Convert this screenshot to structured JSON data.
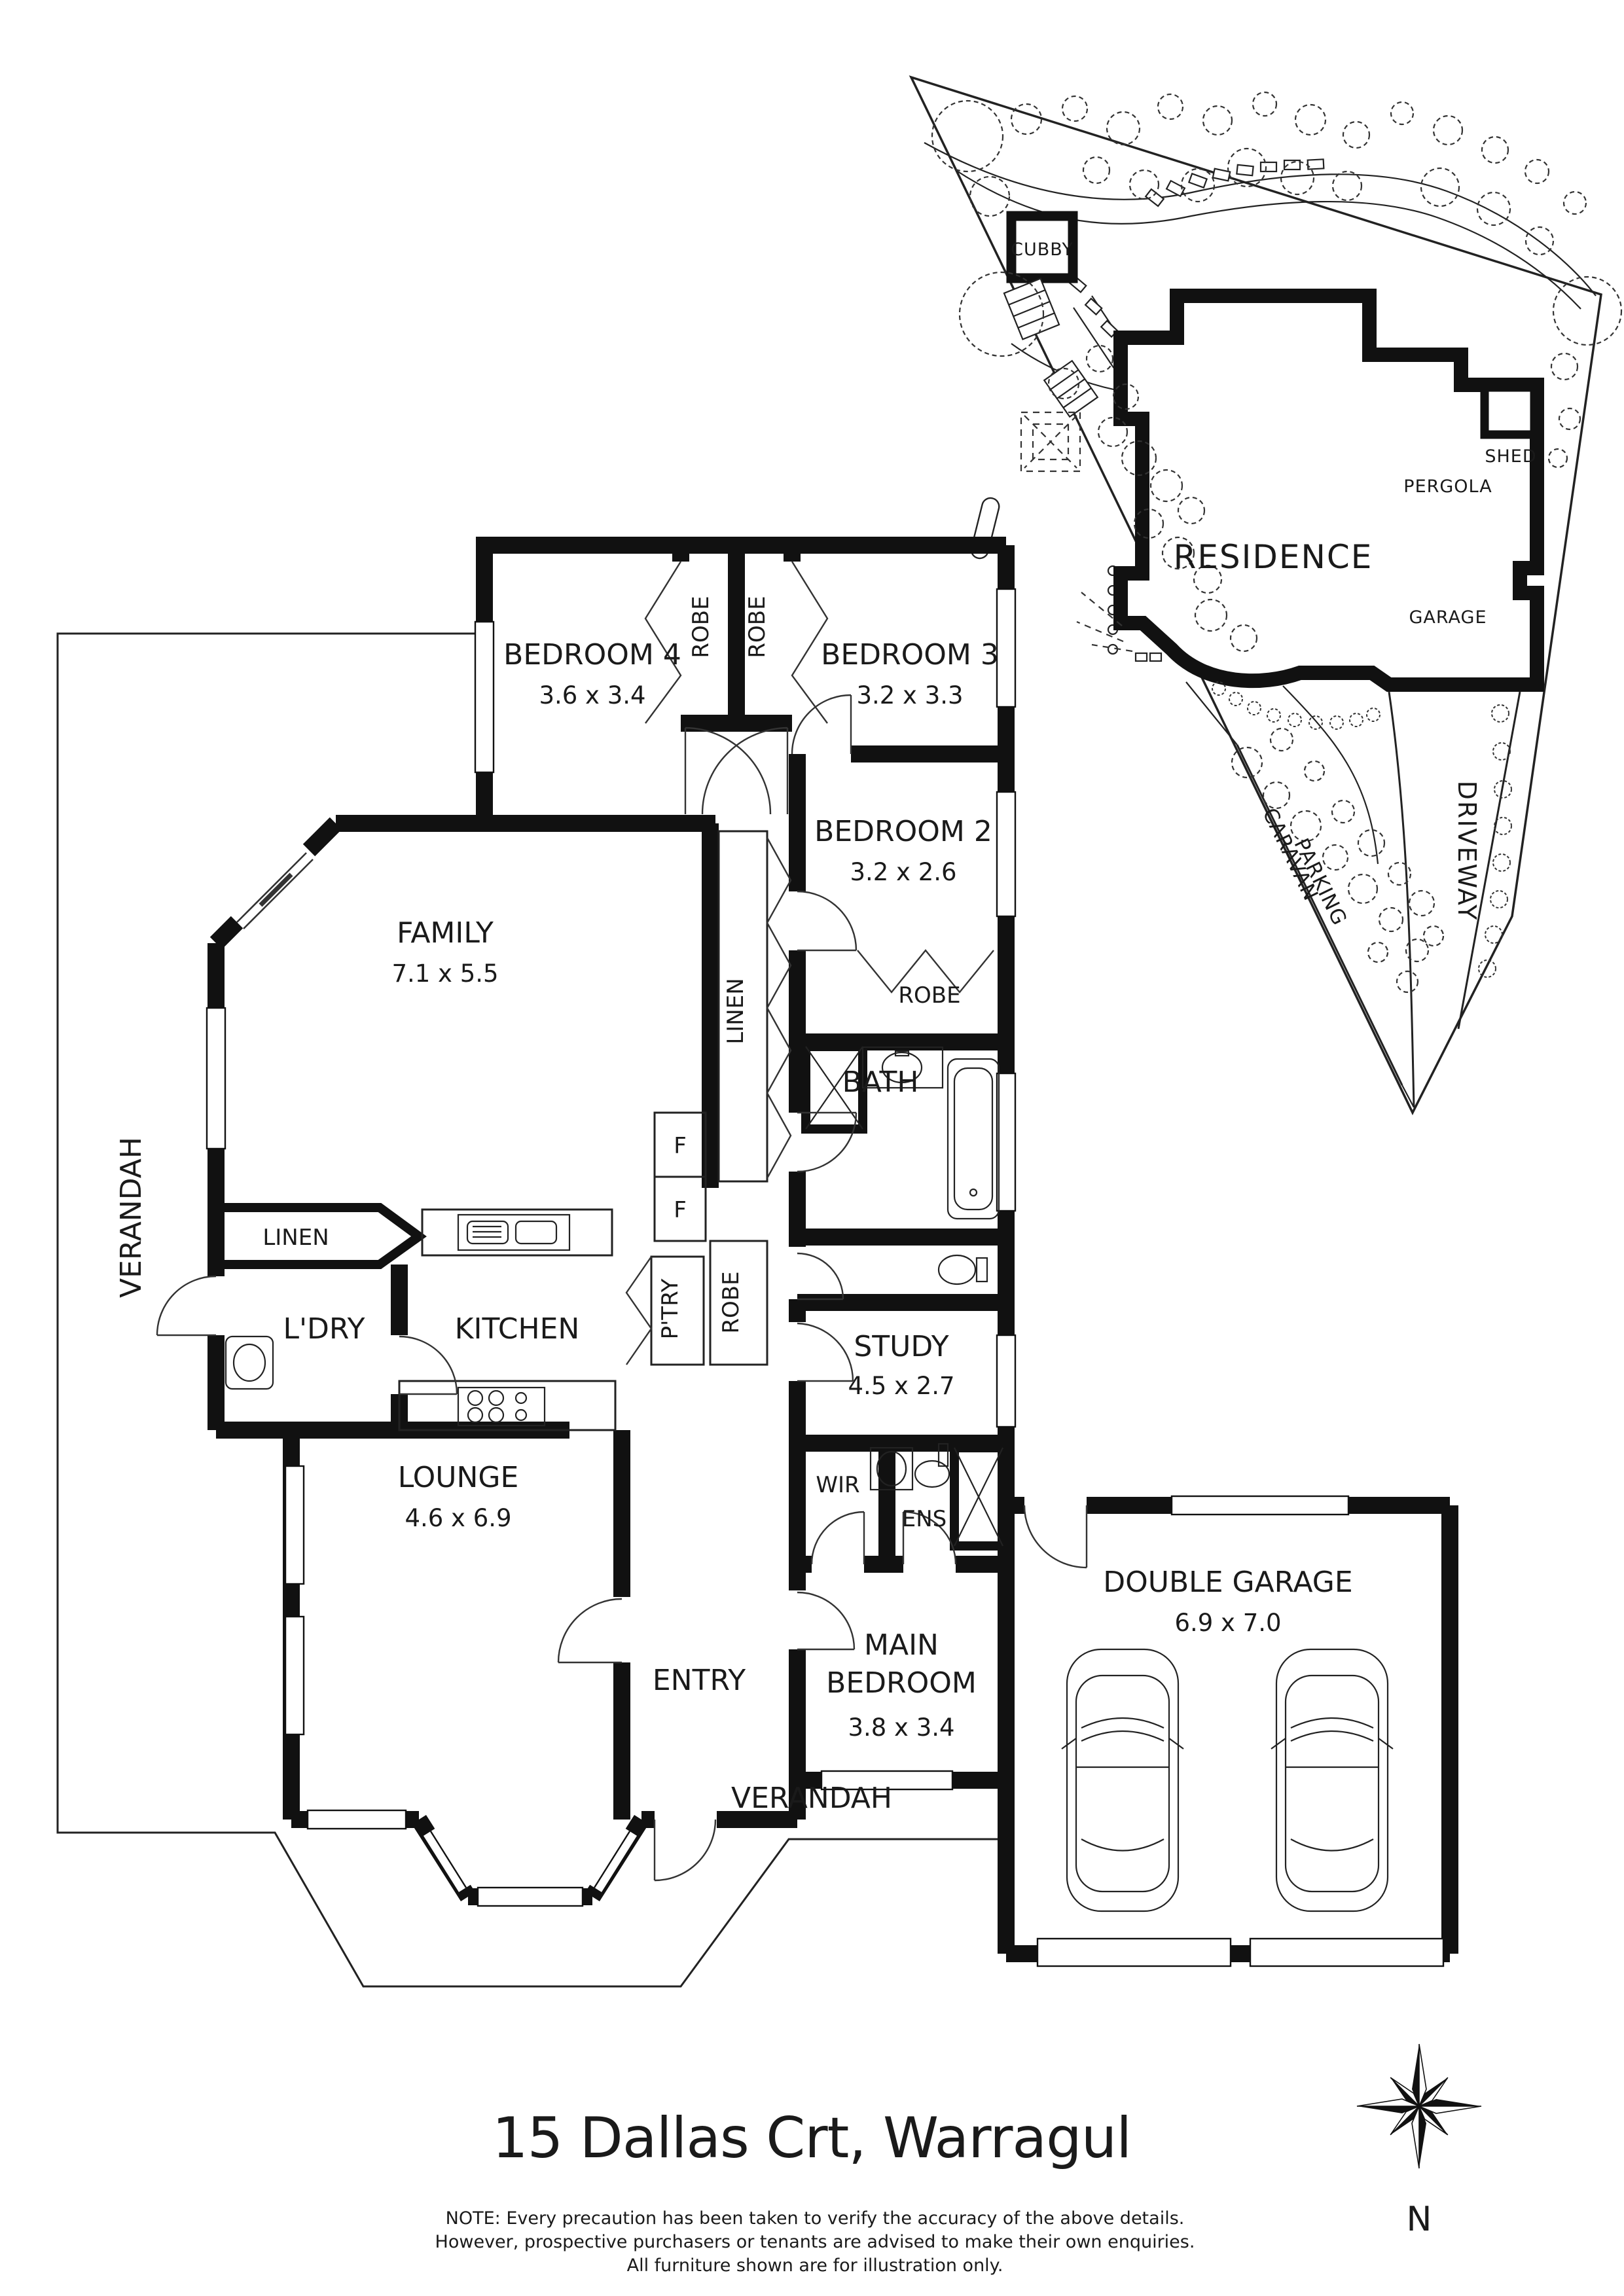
{
  "title": "15 Dallas Crt, Warragul",
  "note": {
    "line1": "NOTE: Every precaution has been taken to verify the accuracy of the above details.",
    "line2": "However, prospective purchasers or tenants are advised to make their own enquiries.",
    "line3": "All furniture shown are for illustration only."
  },
  "compass": {
    "north_label": "N"
  },
  "site_plan": {
    "residence": "RESIDENCE",
    "shed": "SHED",
    "pergola": "PERGOLA",
    "garage": "GARAGE",
    "driveway": "DRIVEWAY",
    "caravan_line1": "CARAVAN",
    "caravan_line2": "PARKING",
    "cubby": "CUBBY"
  },
  "floor_plan": {
    "bedroom4": {
      "name": "BEDROOM 4",
      "dims": "3.6 x 3.4"
    },
    "bedroom3": {
      "name": "BEDROOM 3",
      "dims": "3.2 x 3.3"
    },
    "bedroom2": {
      "name": "BEDROOM 2",
      "dims": "3.2 x 2.6"
    },
    "family": {
      "name": "FAMILY",
      "dims": "7.1 x 5.5"
    },
    "lounge": {
      "name": "LOUNGE",
      "dims": "4.6 x 6.9"
    },
    "study": {
      "name": "STUDY",
      "dims": "4.5 x 2.7"
    },
    "main_bedroom": {
      "name1": "MAIN",
      "name2": "BEDROOM",
      "dims": "3.8 x 3.4"
    },
    "double_garage": {
      "name": "DOUBLE GARAGE",
      "dims": "6.9 x 7.0"
    },
    "kitchen": "KITCHEN",
    "laundry": "L'DRY",
    "bath": "BATH",
    "entry": "ENTRY",
    "wir": "WIR",
    "ens": "ENS",
    "ptry": "P'TRY",
    "robe_bed4": "ROBE",
    "robe_bed3": "ROBE",
    "robe_bed2": "ROBE",
    "robe_hall": "ROBE",
    "linen_hall": "LINEN",
    "linen_kitchen": "LINEN",
    "verandah_left": "VERANDAH",
    "verandah_bottom": "VERANDAH",
    "fridge1": "F",
    "fridge2": "F"
  }
}
